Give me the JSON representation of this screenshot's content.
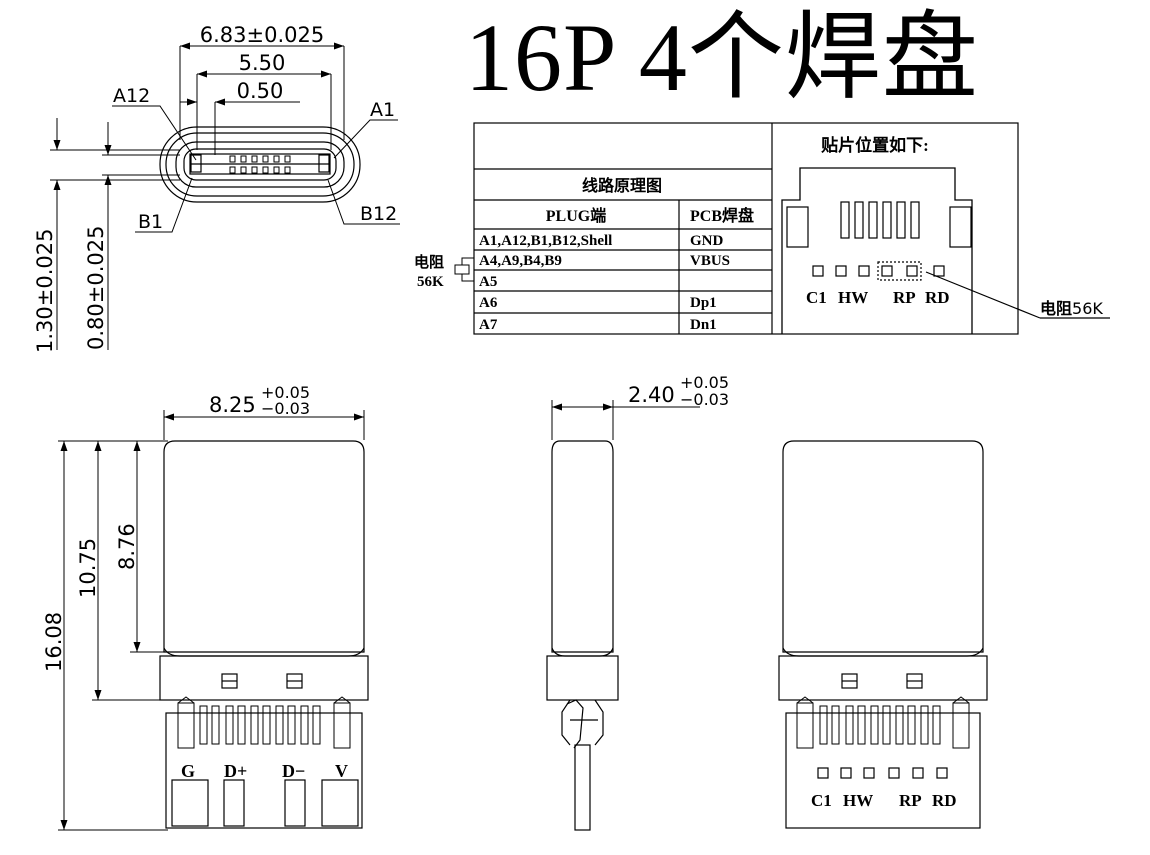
{
  "title": "16P 4个焊盘",
  "dims": {
    "w683": "6.83±0.025",
    "w550": "5.50",
    "w050": "0.50",
    "h130": "1.30±0.025",
    "h080": "0.80±0.025",
    "w825": "8.25",
    "w825_tol_plus": "+0.05",
    "w825_tol_minus": "−0.03",
    "w240": "2.40",
    "w240_tol_plus": "+0.05",
    "w240_tol_minus": "−0.03",
    "h1608": "16.08",
    "h1075": "10.75",
    "h876": "8.76"
  },
  "pin_labels": {
    "a12": "A12",
    "a1": "A1",
    "b1": "B1",
    "b12": "B12"
  },
  "table": {
    "placement_title": "贴片位置如下:",
    "schematic_title": "线路原理图",
    "col_plug": "PLUG端",
    "col_pcb": "PCB焊盘",
    "rows": [
      {
        "plug": "A1,A12,B1,B12,Shell",
        "pcb": "GND"
      },
      {
        "plug": "A4,A9,B4,B9",
        "pcb": "VBUS"
      },
      {
        "plug": "A5",
        "pcb": ""
      },
      {
        "plug": "A6",
        "pcb": "Dp1"
      },
      {
        "plug": "A7",
        "pcb": "Dn1"
      }
    ],
    "resistor_line1": "电阻",
    "resistor_line2": "56K",
    "pad_c1": "C1",
    "pad_hw": "HW",
    "pad_rp": "RP",
    "pad_rd": "RD"
  },
  "callout_resistor_prefix": "电阻",
  "callout_resistor_value": "56K",
  "front_pads": {
    "g": "G",
    "dp": "D+",
    "dm": "D−",
    "v": "V"
  },
  "back_pads": {
    "c1": "C1",
    "hw": "HW",
    "rp": "RP",
    "rd": "RD"
  }
}
